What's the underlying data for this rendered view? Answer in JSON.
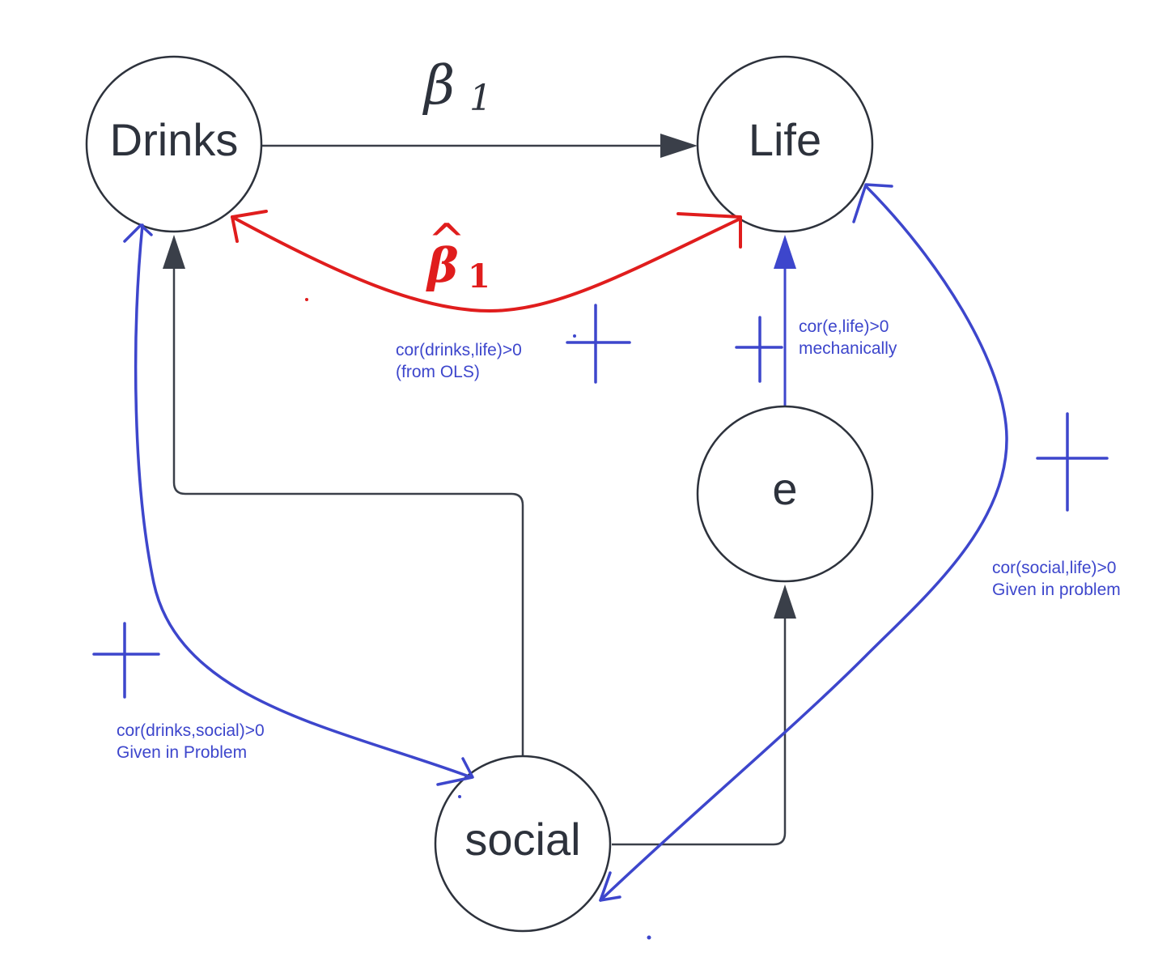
{
  "nodes": {
    "drinks": "Drinks",
    "life": "Life",
    "e": "e",
    "social": "social"
  },
  "edges": {
    "beta1": {
      "symbol": "β",
      "subscript": "1"
    },
    "beta1_hat": {
      "symbol": "β",
      "hat": "^",
      "subscript": "1"
    }
  },
  "notes": {
    "drinks_life": [
      "cor(drinks,life)>0",
      "(from OLS)"
    ],
    "e_life": [
      "cor(e,life)>0",
      "mechanically"
    ],
    "social_life": [
      "cor(social,life)>0",
      "Given in problem"
    ],
    "drinks_social": [
      "cor(drinks,social)>0",
      "Given in Problem"
    ]
  },
  "colors": {
    "node_stroke": "#2d323c",
    "arrow": "#3a3f49",
    "annotation_blue": "#3d46cc",
    "estimate_red": "#e01d1d"
  }
}
